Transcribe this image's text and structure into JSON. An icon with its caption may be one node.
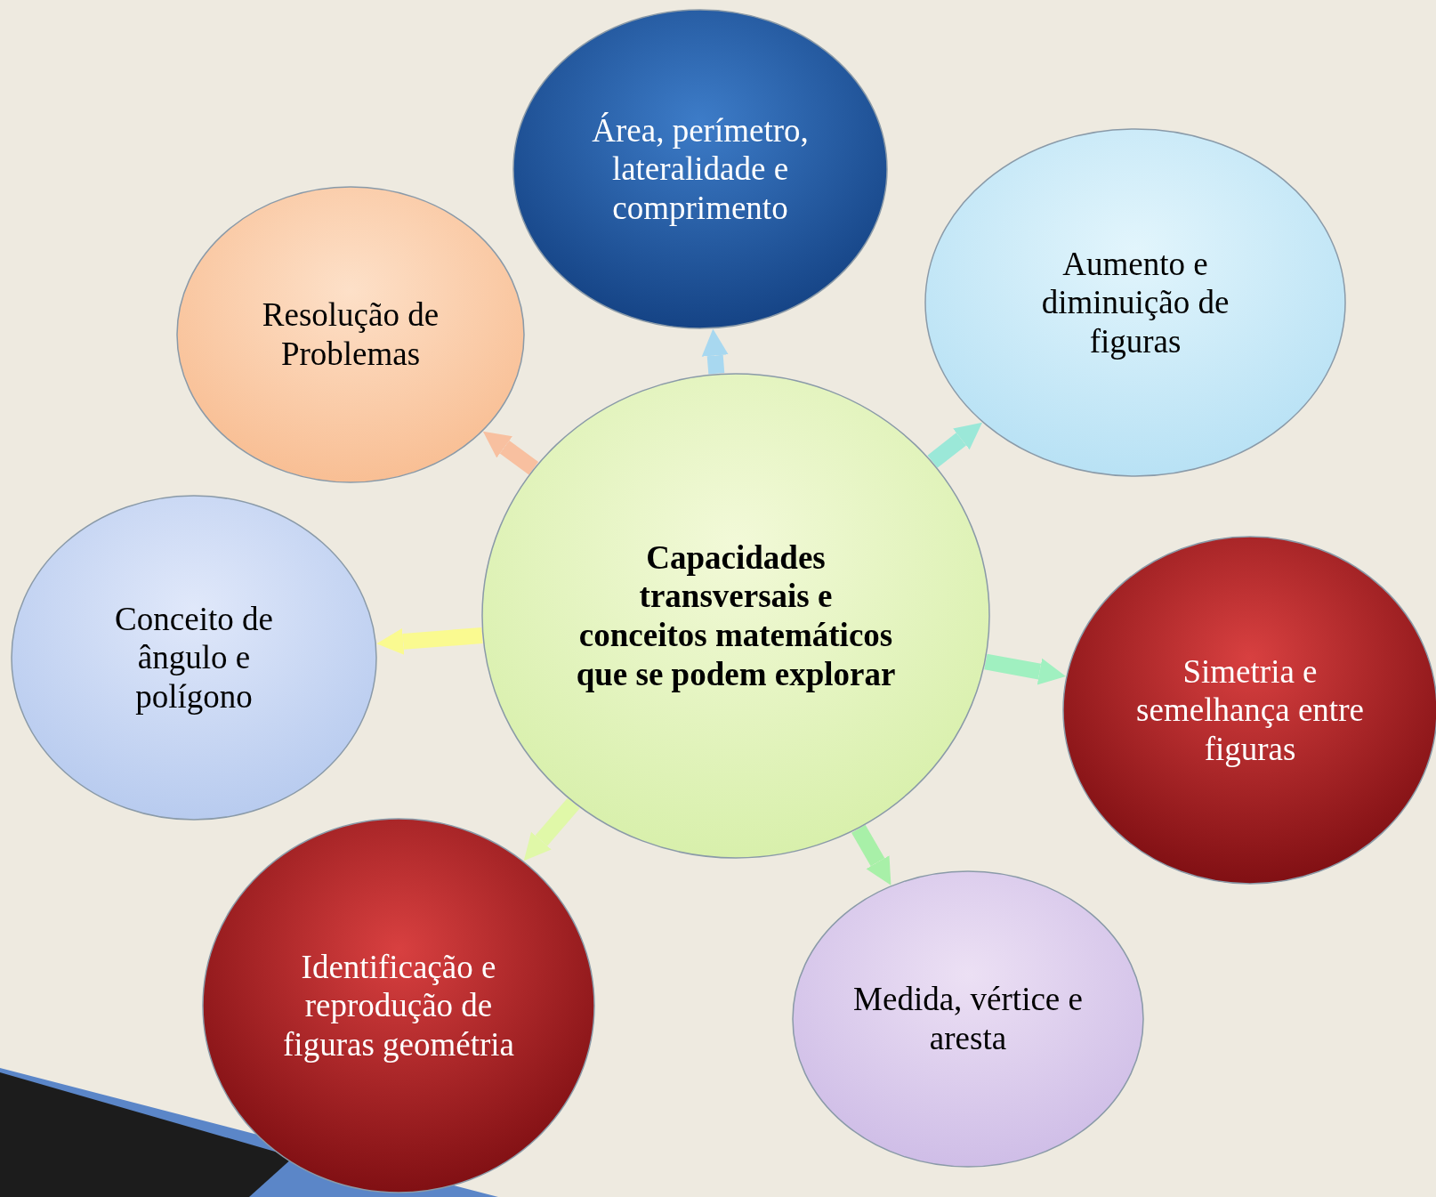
{
  "diagram": {
    "nodes": [
      {
        "text": [
          "Capacidades transversais e conceitos matemáticos que se podem explorar"
        ]
      },
      {
        "text": [
          "Área, perímetro, lateralidade e comprimento"
        ]
      },
      {
        "text": [
          "Aumento e diminuição de figuras"
        ]
      },
      {
        "text": [
          "Simetria e semelhança entre figuras"
        ]
      },
      {
        "text": [
          "Medida, vértice e aresta"
        ]
      },
      {
        "text": [
          "Identificação e reprodução de figuras geométria"
        ]
      },
      {
        "text": [
          "Conceito de ângulo e polígono"
        ]
      },
      {
        "text": [
          "Resolução de Problemas"
        ]
      }
    ],
    "edges": [
      {
        "from": 0,
        "to": 1,
        "arrow": "to",
        "color": "#a8d8f0"
      },
      {
        "from": 0,
        "to": 2,
        "arrow": "to",
        "color": "#9be8d8"
      },
      {
        "from": 0,
        "to": 3,
        "arrow": "to",
        "color": "#a0f0c0"
      },
      {
        "from": 0,
        "to": 4,
        "arrow": "to",
        "color": "#a8f0a8"
      },
      {
        "from": 0,
        "to": 5,
        "arrow": "to",
        "color": "#e0f8a8"
      },
      {
        "from": 0,
        "to": 6,
        "arrow": "to",
        "color": "#fafa90"
      },
      {
        "from": 0,
        "to": 7,
        "arrow": "to",
        "color": "#f8c0a0"
      }
    ]
  }
}
